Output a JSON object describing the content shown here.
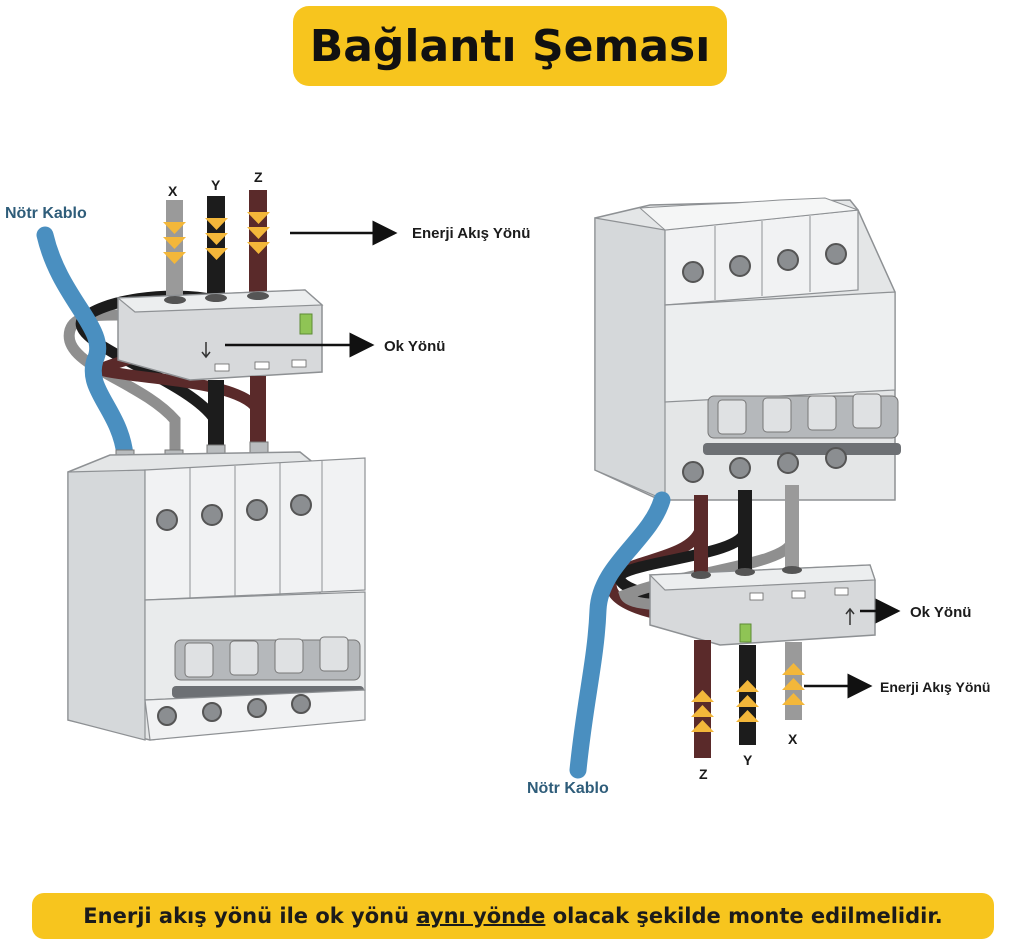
{
  "title": "Bağlantı Şeması",
  "left": {
    "neutral_label": "Nötr Kablo",
    "phase_labels": [
      "X",
      "Y",
      "Z"
    ],
    "energy_flow_label": "Enerji Akış Yönü",
    "arrow_direction_label": "Ok Yönü"
  },
  "right": {
    "neutral_label": "Nötr Kablo",
    "phase_labels": [
      "Z",
      "Y",
      "X"
    ],
    "energy_flow_label": "Enerji Akış Yönü",
    "arrow_direction_label": "Ok Yönü"
  },
  "note": {
    "before": "Enerji akış yönü ile ok yönü ",
    "emphasis": "aynı yönde",
    "after": " olacak şekilde monte edilmelidir."
  },
  "colors": {
    "accent": "#f7c51e",
    "neutral_wire": "#4a8fc0",
    "phase_x": "#9a9a9a",
    "phase_y": "#1c1c1c",
    "phase_z": "#5a2a2a",
    "flow_arrow": "#f3b73a"
  }
}
